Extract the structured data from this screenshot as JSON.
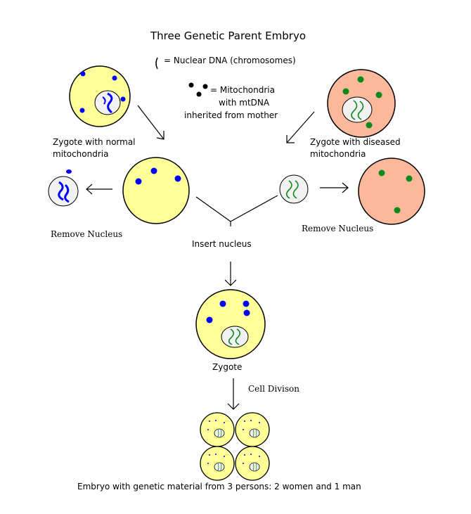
{
  "title": "Three Genetic Parent Embryo",
  "legend": {
    "nuclear_dna": "= Nuclear DNA (chromosomes)",
    "mito_line1": "= Mitochondria",
    "mito_line2": "with mtDNA",
    "mito_line3": "inherited from mother"
  },
  "labels": {
    "normal_line1": "Zygote with normal",
    "normal_line2": "mitochondria",
    "diseased_line1": "Zygote with diseased",
    "diseased_line2": "mitochondria",
    "remove_left": "Remove Nucleus",
    "remove_right": "Remove Nucleus",
    "insert": "Insert nucleus",
    "zygote": "Zygote",
    "cell_division": "Cell Divison",
    "embryo": "Embryo with genetic material from 3 persons: 2 women and 1 man"
  },
  "colors": {
    "healthy_cytoplasm": "#ffff99",
    "diseased_cytoplasm": "#fbb89a",
    "nucleus": "#f2f2f2",
    "normal_mitochondria": "#0000ff",
    "diseased_mitochondria": "#0a8a1a",
    "outline": "#000000"
  }
}
